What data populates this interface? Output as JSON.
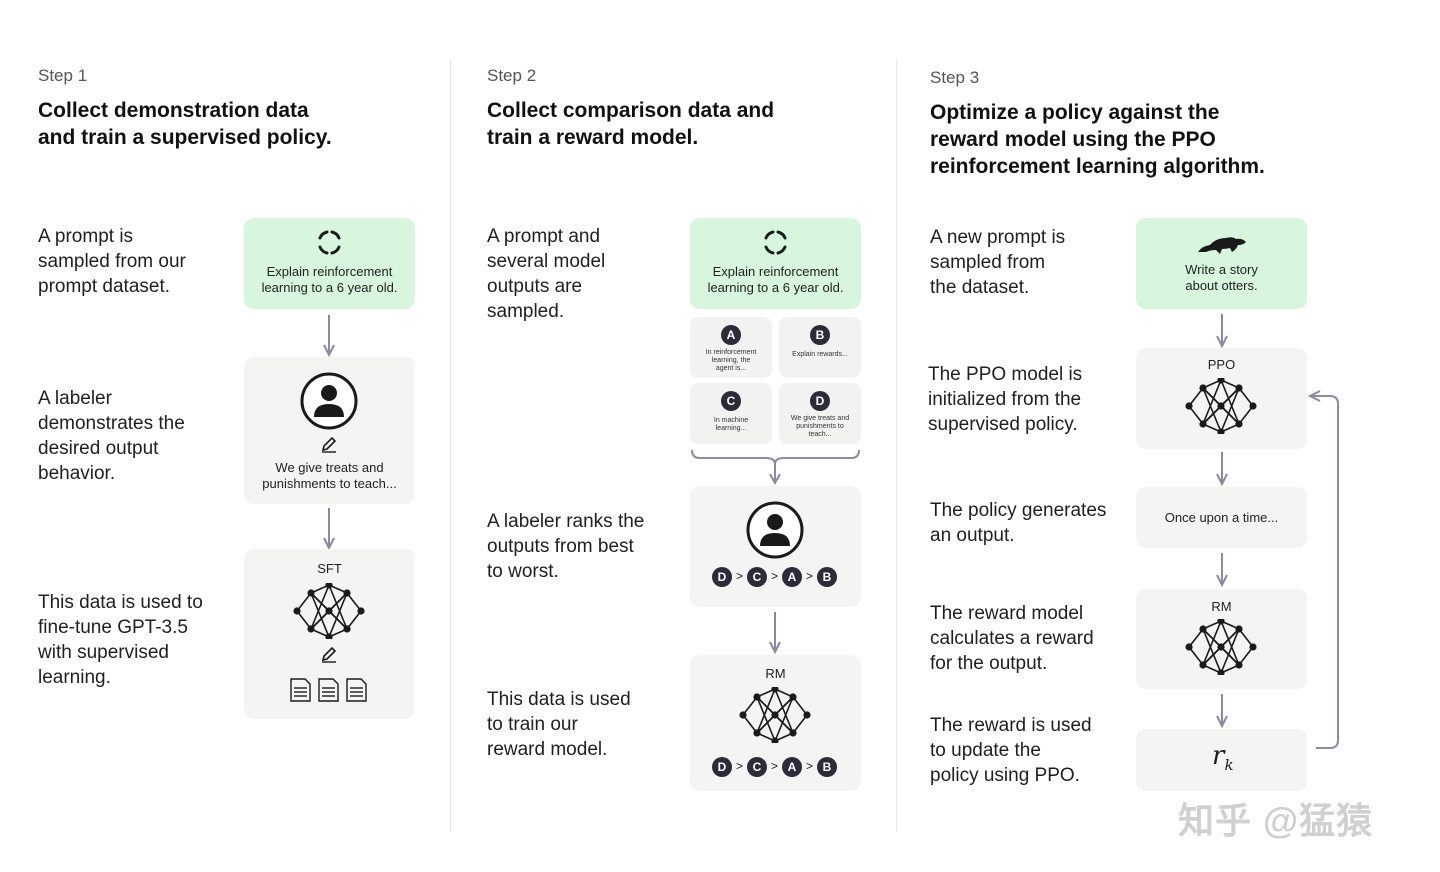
{
  "step1": {
    "label": "Step 1",
    "title_line1": "Collect demonstration data",
    "title_line2": "and train a supervised policy.",
    "desc1": [
      "A prompt is",
      "sampled from our",
      "prompt dataset."
    ],
    "desc2": [
      "A labeler",
      "demonstrates the",
      "desired output",
      "behavior."
    ],
    "desc3": [
      "This data is used to",
      "fine-tune GPT-3.5",
      "with supervised",
      "learning."
    ],
    "prompt_box": [
      "Explain reinforcement",
      "learning to a 6 year old."
    ],
    "labeler_box": [
      "We give treats and",
      "punishments to teach..."
    ],
    "model_label": "SFT"
  },
  "step2": {
    "label": "Step 2",
    "title_line1": "Collect comparison data and",
    "title_line2": "train a reward model.",
    "desc1": [
      "A prompt and",
      "several model",
      "outputs are",
      "sampled."
    ],
    "desc2": [
      "A labeler ranks the",
      "outputs from best",
      "to worst."
    ],
    "desc3": [
      "This data is used",
      "to train our",
      "reward model."
    ],
    "prompt_box": [
      "Explain reinforcement",
      "learning to a 6 year old."
    ],
    "outputs": [
      {
        "letter": "A",
        "text": [
          "In reinforcement",
          "learning, the",
          "agent is..."
        ]
      },
      {
        "letter": "B",
        "text": [
          "Explain rewards..."
        ]
      },
      {
        "letter": "C",
        "text": [
          "In machine",
          "learning..."
        ]
      },
      {
        "letter": "D",
        "text": [
          "We give treats and",
          "punishments to",
          "teach..."
        ]
      }
    ],
    "ranking": [
      "D",
      "C",
      "A",
      "B"
    ],
    "ranking_sep": ">",
    "model_label": "RM"
  },
  "step3": {
    "label": "Step 3",
    "title_line1": "Optimize a policy against the",
    "title_line2": "reward model using the PPO",
    "title_line3": "reinforcement learning algorithm.",
    "desc1": [
      "A new prompt is",
      "sampled from",
      "the dataset."
    ],
    "desc2": [
      "The PPO model is",
      "initialized from the",
      "supervised policy."
    ],
    "desc3": [
      "The policy generates",
      "an output."
    ],
    "desc4": [
      "The reward model",
      "calculates a reward",
      "for the output."
    ],
    "desc5": [
      "The reward is used",
      "to update the",
      "policy using PPO."
    ],
    "prompt_box": [
      "Write a story",
      "about otters."
    ],
    "ppo_label": "PPO",
    "output_text": "Once upon a time...",
    "rm_label": "RM",
    "reward_symbol": "r",
    "reward_sub": "k"
  },
  "watermark": "知乎 @猛猿",
  "colors": {
    "green_box": "#d8f6de",
    "gray_box": "#f4f4f2",
    "arrow": "#8a8aa0",
    "node": "#1a1a1a"
  }
}
